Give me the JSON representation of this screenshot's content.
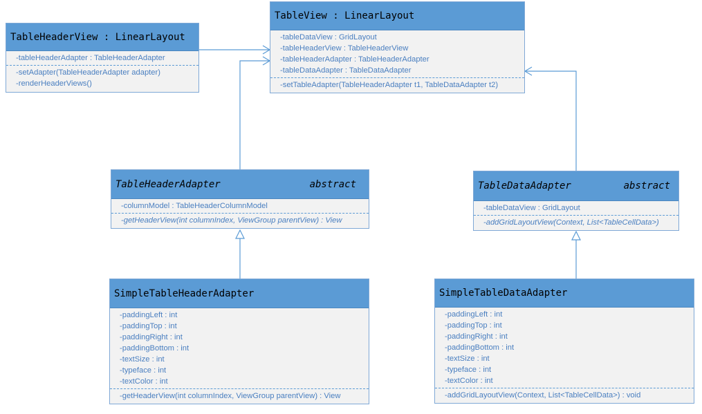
{
  "classes": {
    "tableView": {
      "name": "TableView : LinearLayout",
      "stereotype": "",
      "attributes": [
        "-tableDataView : GridLayout",
        "-tableHeaderView : TableHeaderView",
        "-tableHeaderAdapter : TableHeaderAdapter",
        "-tableDataAdapter : TableDataAdapter"
      ],
      "operations": [
        "-setTableAdapter(TableHeaderAdapter t1, TableDataAdapter t2)"
      ]
    },
    "tableHeaderView": {
      "name": "TableHeaderView : LinearLayout",
      "stereotype": "",
      "attributes": [
        "-tableHeaderAdapter : TableHeaderAdapter"
      ],
      "operations": [
        "-setAdapter(TableHeaderAdapter adapter)",
        "-renderHeaderViews()"
      ]
    },
    "tableHeaderAdapter": {
      "name": "TableHeaderAdapter",
      "stereotype": "abstract",
      "attributes": [
        "-columnModel : TableHeaderColumnModel"
      ],
      "operations": [
        "-getHeaderView(int columnIndex, ViewGroup parentView) : View"
      ]
    },
    "tableDataAdapter": {
      "name": "TableDataAdapter",
      "stereotype": "abstract",
      "attributes": [
        "-tableDataView : GridLayout"
      ],
      "operations": [
        "-addGridLayoutView(Context, List<TableCellData>)"
      ]
    },
    "simpleTableHeaderAdapter": {
      "name": "SimpleTableHeaderAdapter",
      "stereotype": "",
      "attributes": [
        "-paddingLeft : int",
        "-paddingTop : int",
        "-paddingRight : int",
        "-paddingBottom : int",
        "-textSize : int",
        "-typeface : int",
        "-textColor : int"
      ],
      "operations": [
        "-getHeaderView(int columnIndex, ViewGroup parentView) : View"
      ]
    },
    "simpleTableDataAdapter": {
      "name": "SimpleTableDataAdapter",
      "stereotype": "",
      "attributes": [
        "-paddingLeft : int",
        "-paddingTop : int",
        "-paddingRight : int",
        "-paddingBottom : int",
        "-textSize : int",
        "-typeface : int",
        "-textColor : int"
      ],
      "operations": [
        "-addGridLayoutView(Context, List<TableCellData>) : void"
      ]
    }
  },
  "colors": {
    "header": "#5b9bd5",
    "body": "#f2f2f2",
    "text": "#4a7fc0",
    "line": "#5b9bd5"
  }
}
